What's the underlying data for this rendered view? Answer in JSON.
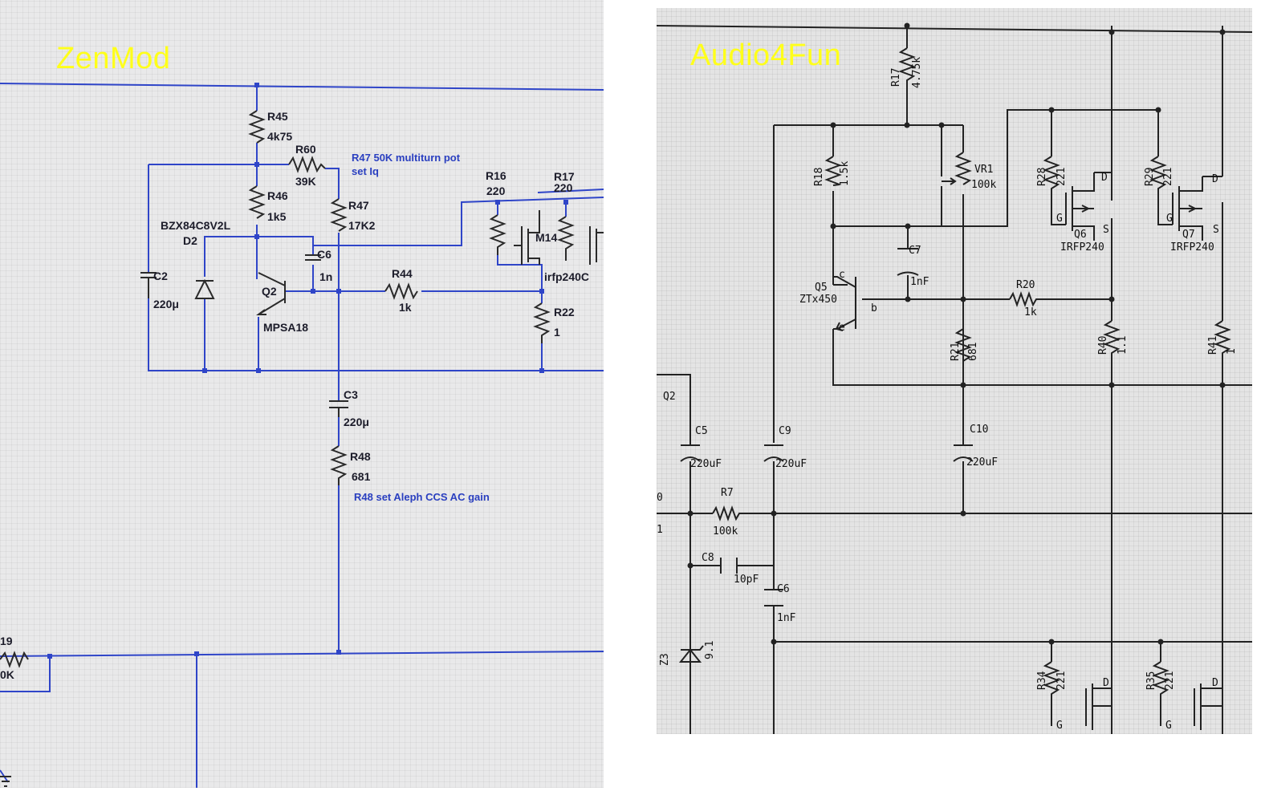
{
  "left_panel": {
    "title": "ZenMod",
    "title_color": "#ffff1a",
    "wire_color": "#2f45c8",
    "components": {
      "r45": {
        "ref": "R45",
        "value": "4k75"
      },
      "r60": {
        "ref": "R60",
        "value": "39K"
      },
      "r46": {
        "ref": "R46",
        "value": "1k5"
      },
      "r47": {
        "ref": "R47",
        "value": "17K2"
      },
      "d2": {
        "ref": "D2",
        "part": "BZX84C8V2L"
      },
      "c6": {
        "ref": "C6",
        "value": "1n"
      },
      "c2": {
        "ref": "C2",
        "value": "220μ"
      },
      "q2": {
        "ref": "Q2",
        "part": "MPSA18"
      },
      "r44": {
        "ref": "R44",
        "value": "1k"
      },
      "r16": {
        "ref": "R16",
        "value": "220"
      },
      "r17": {
        "ref": "R17",
        "value": "220"
      },
      "m14": {
        "ref": "M14",
        "part": "irfp240C"
      },
      "r22": {
        "ref": "R22",
        "value": "1"
      },
      "c3": {
        "ref": "C3",
        "value": "220μ"
      },
      "r48": {
        "ref": "R48",
        "value": "681"
      },
      "r49": {
        "ref": "19",
        "value": "0K"
      }
    },
    "notes": {
      "r47_note_line1": "R47 50K multiturn pot",
      "r47_note_line2": "set Iq",
      "r48_note": "R48 set Aleph CCS AC gain"
    }
  },
  "right_panel": {
    "title": "Audio4Fun",
    "title_color": "#ffff1a",
    "components": {
      "r17": {
        "ref": "R17",
        "value": "4.75k"
      },
      "r18": {
        "ref": "R18",
        "value": "1.5k"
      },
      "vr1": {
        "ref": "VR1",
        "value": "100k"
      },
      "r28": {
        "ref": "R28",
        "value": "221"
      },
      "r29": {
        "ref": "R29",
        "value": "221"
      },
      "q6": {
        "ref": "Q6",
        "part": "IRFP240"
      },
      "q7": {
        "ref": "Q7",
        "part": "IRFP240"
      },
      "c7": {
        "ref": "C7",
        "value": "1nF"
      },
      "q5": {
        "ref": "Q5",
        "part": "ZTx450"
      },
      "r20": {
        "ref": "R20",
        "value": "1k"
      },
      "r21": {
        "ref": "R21",
        "value": "681"
      },
      "r40": {
        "ref": "R40",
        "value": "1.1"
      },
      "r41": {
        "ref": "R41",
        "value": "1"
      },
      "q2": {
        "ref": "Q2"
      },
      "c5": {
        "ref": "C5",
        "value": "220uF"
      },
      "c9": {
        "ref": "C9",
        "value": "220uF"
      },
      "c10": {
        "ref": "C10",
        "value": "220uF"
      },
      "r7": {
        "ref": "R7",
        "value": "100k"
      },
      "c8": {
        "ref": "C8",
        "value": "10pF"
      },
      "c6": {
        "ref": "C6",
        "value": "1nF"
      },
      "z3": {
        "ref": "Z3",
        "value": "9.1"
      },
      "r34": {
        "ref": "R34",
        "value": "221"
      },
      "r35": {
        "ref": "R35",
        "value": "221"
      }
    },
    "pins": {
      "d": "D",
      "g": "G",
      "s": "S",
      "c": "c",
      "b": "b",
      "e": "e",
      "edge_top": "0",
      "edge_bottom": "1"
    }
  }
}
